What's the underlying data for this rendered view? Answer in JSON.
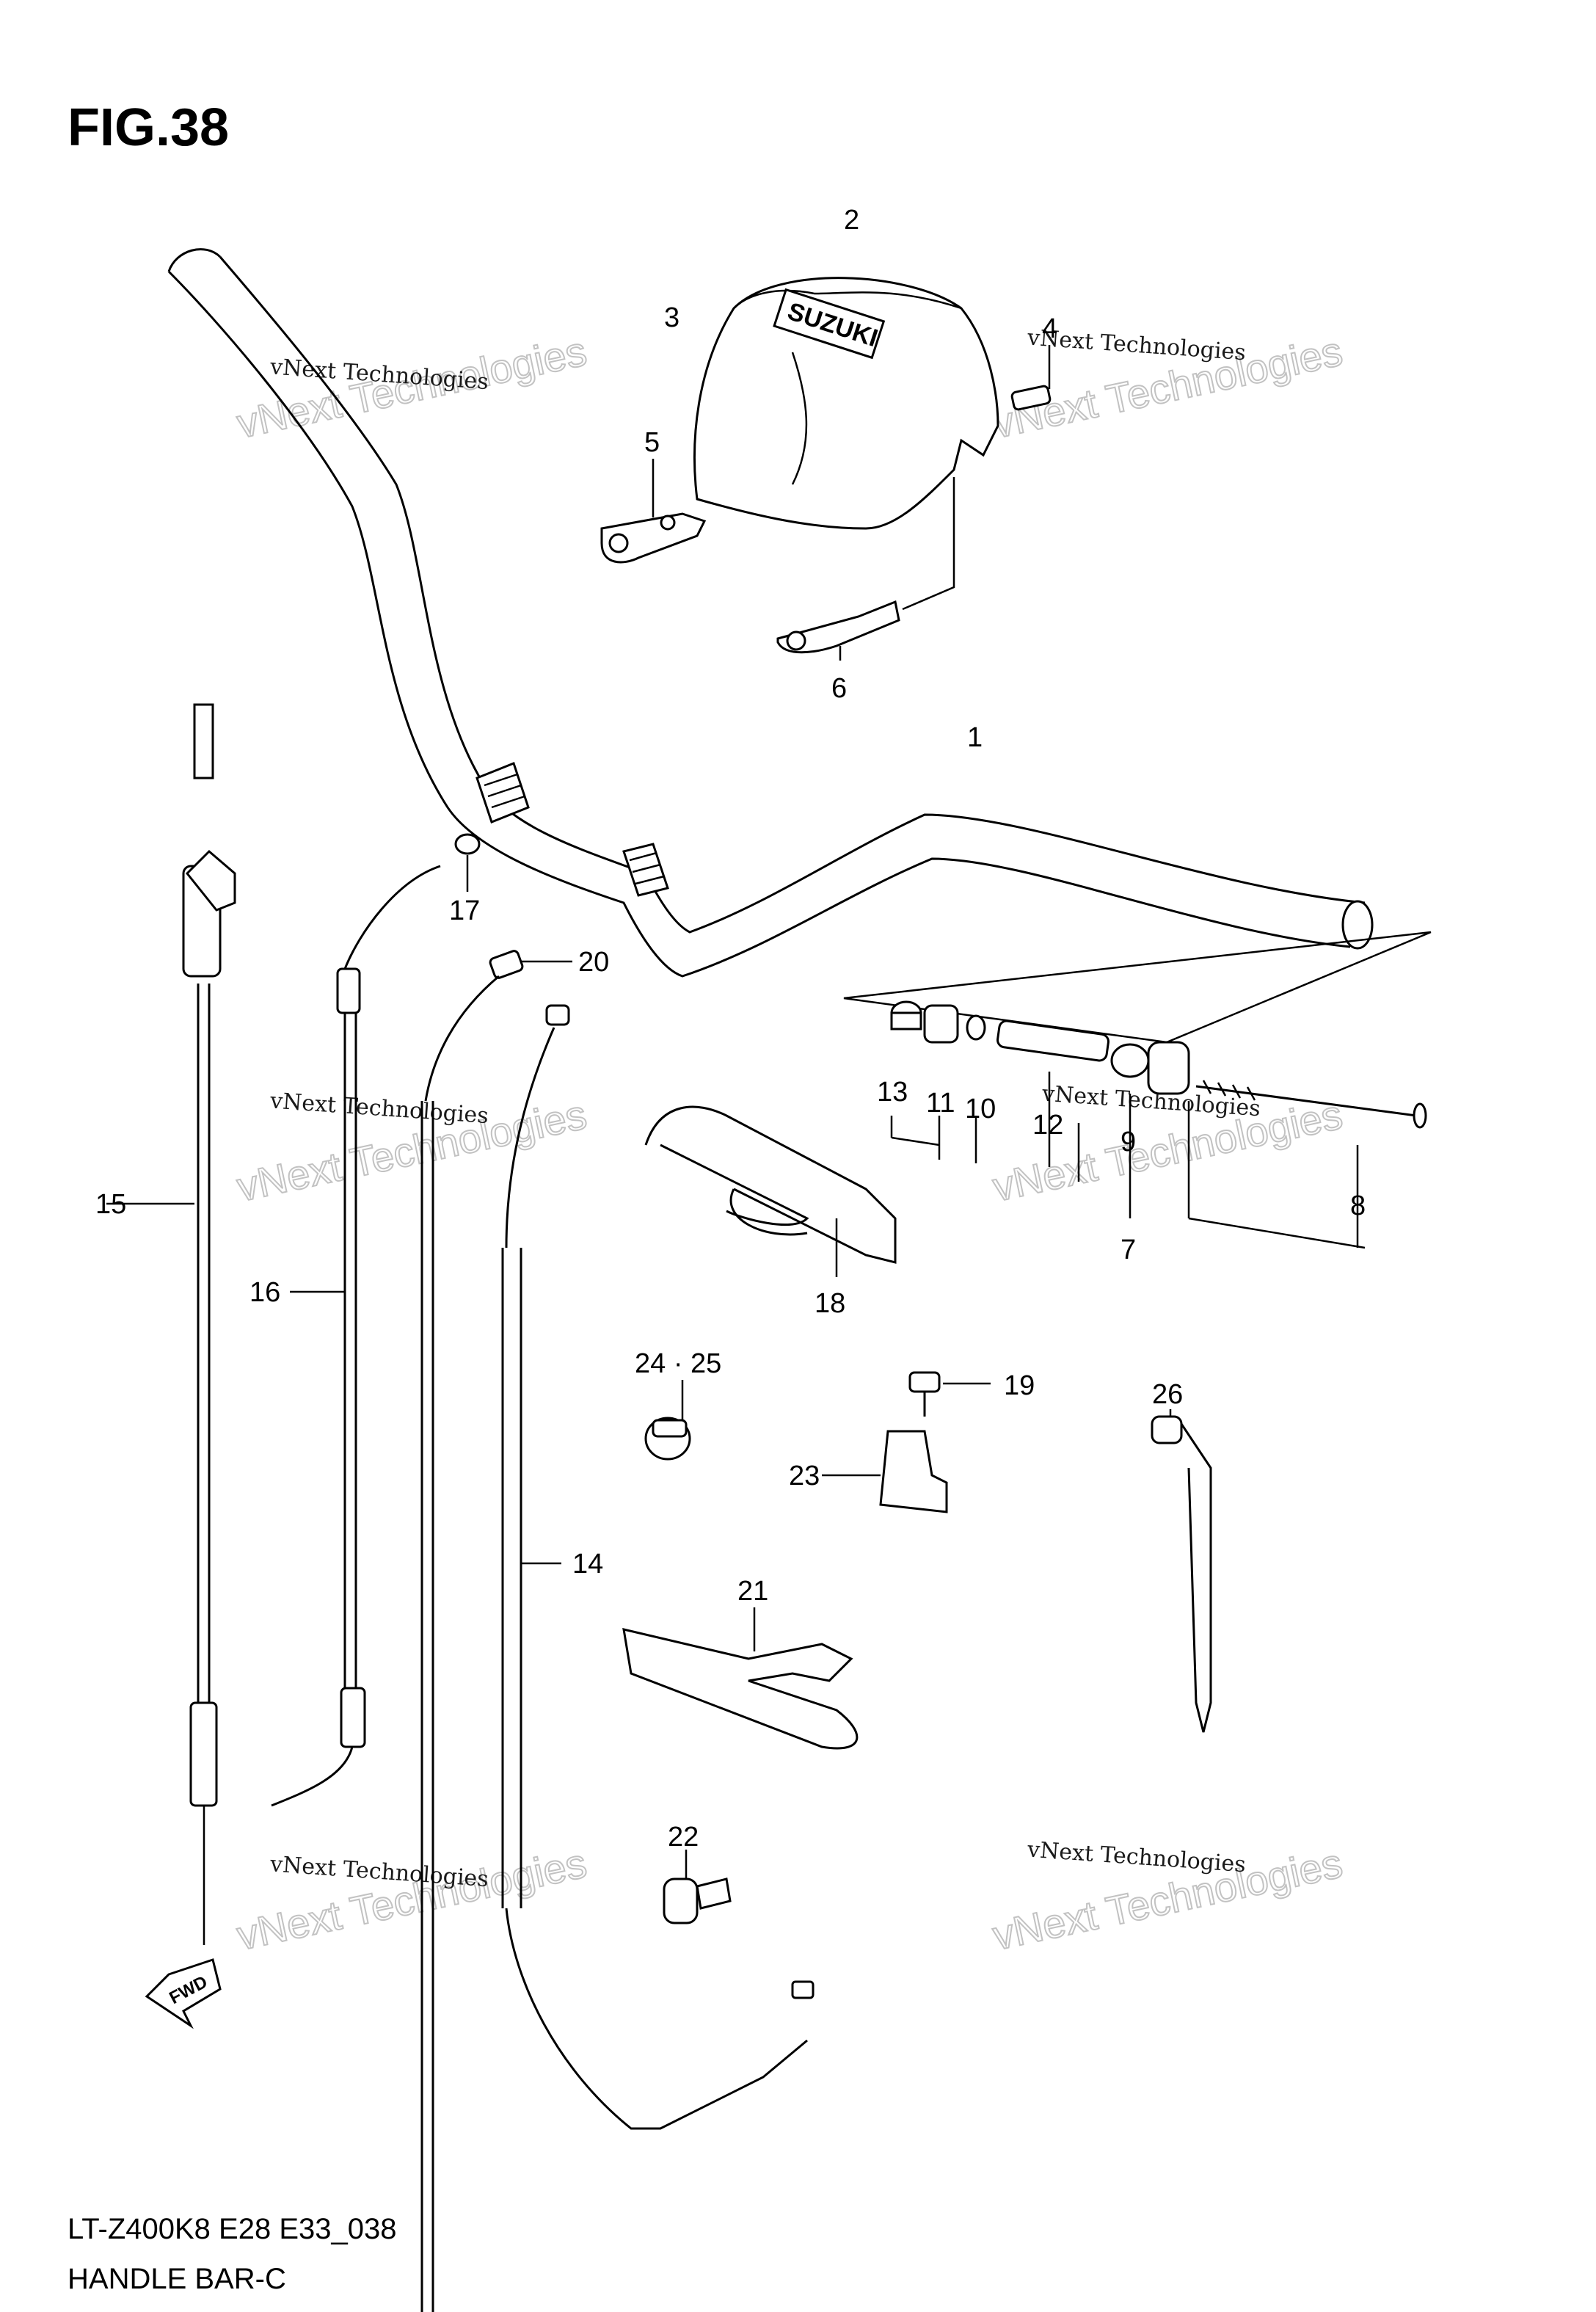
{
  "figure": {
    "title": "FIG.38",
    "model_code": "LT-Z400K8 E28 E33_038",
    "section_name": "HANDLE BAR-C",
    "fwd_label": "FWD",
    "cover_logo": "SUZUKI"
  },
  "watermark": {
    "line1": "vNext Technologies",
    "line2": "vNext Technologies"
  },
  "callouts": [
    {
      "id": "1",
      "label": "1"
    },
    {
      "id": "2",
      "label": "2"
    },
    {
      "id": "3",
      "label": "3"
    },
    {
      "id": "4",
      "label": "4"
    },
    {
      "id": "5",
      "label": "5"
    },
    {
      "id": "6",
      "label": "6"
    },
    {
      "id": "7",
      "label": "7"
    },
    {
      "id": "8",
      "label": "8"
    },
    {
      "id": "9",
      "label": "9"
    },
    {
      "id": "10",
      "label": "10"
    },
    {
      "id": "11",
      "label": "11"
    },
    {
      "id": "12",
      "label": "12"
    },
    {
      "id": "13",
      "label": "13"
    },
    {
      "id": "14",
      "label": "14"
    },
    {
      "id": "15",
      "label": "15"
    },
    {
      "id": "16",
      "label": "16"
    },
    {
      "id": "17",
      "label": "17"
    },
    {
      "id": "18",
      "label": "18"
    },
    {
      "id": "19",
      "label": "19"
    },
    {
      "id": "20",
      "label": "20"
    },
    {
      "id": "21",
      "label": "21"
    },
    {
      "id": "22",
      "label": "22"
    },
    {
      "id": "23",
      "label": "23"
    },
    {
      "id": "24-25",
      "label": "24 · 25"
    },
    {
      "id": "26",
      "label": "26"
    }
  ]
}
